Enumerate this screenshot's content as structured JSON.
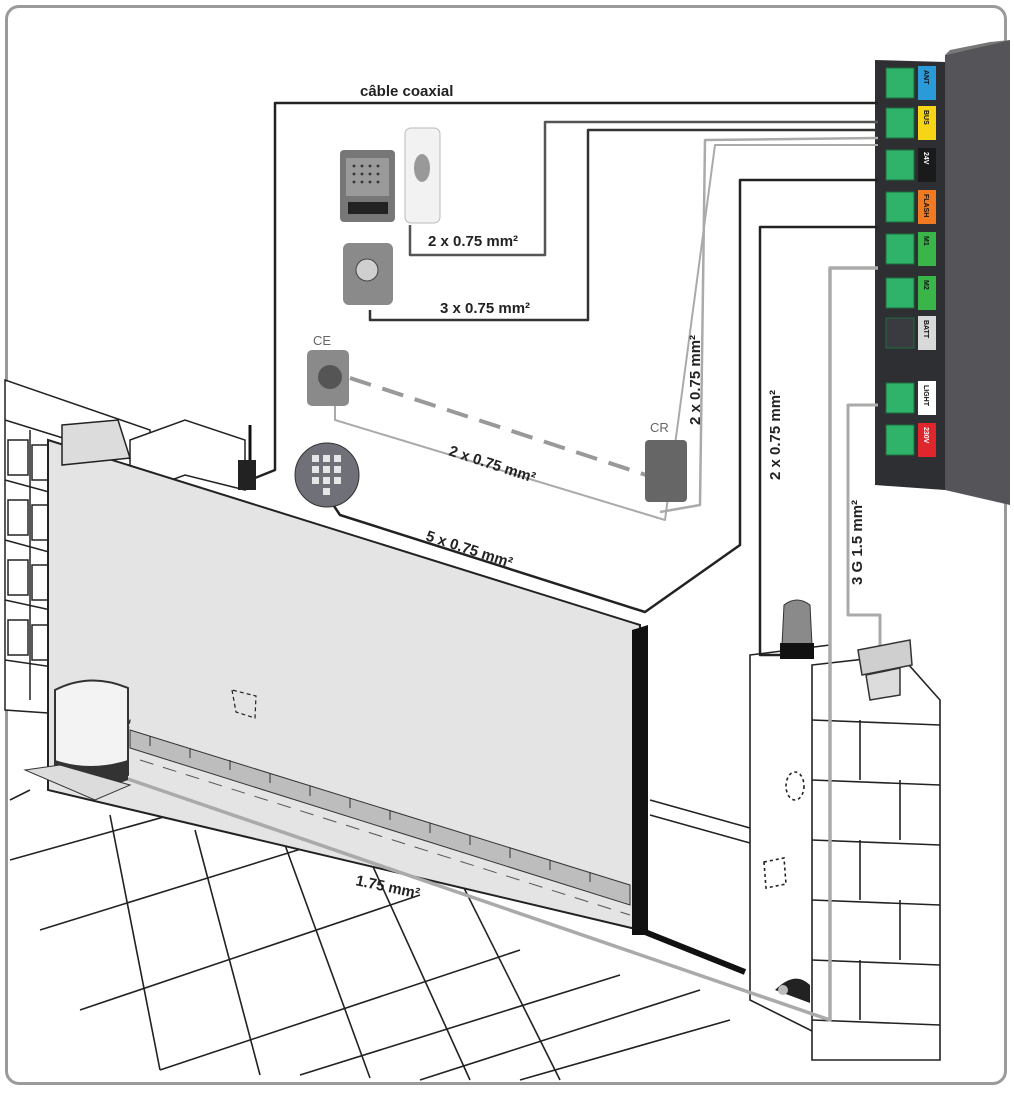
{
  "diagram": {
    "cable_labels": {
      "coax": "câble coaxial",
      "intercom": "2 x 0.75 mm²",
      "keyswitch": "3 x 0.75 mm²",
      "photocell": "2 x 0.75 mm²",
      "receiver": "2 x 0.75 mm²",
      "keypad": "5 x 0.75 mm²",
      "flash": "2 x 0.75 mm²",
      "light": "3 G 1.5 mm²",
      "motor": "1.75 mm²"
    },
    "device_labels": {
      "ce": "CE",
      "cr": "CR"
    },
    "terminals": [
      {
        "label": "ANT",
        "color": "#2a9ad8"
      },
      {
        "label": "BUS",
        "color": "#f5d516"
      },
      {
        "label": "24V",
        "color": "#1a1a1a"
      },
      {
        "label": "FLASH",
        "color": "#f07a22"
      },
      {
        "label": "M1",
        "color": "#39b54a"
      },
      {
        "label": "M2",
        "color": "#39b54a"
      },
      {
        "label": "BATT",
        "color": "#d9d9d9"
      },
      {
        "label": "LIGHT",
        "color": "#ffffff"
      },
      {
        "label": "230V",
        "color": "#e0262d"
      }
    ]
  }
}
